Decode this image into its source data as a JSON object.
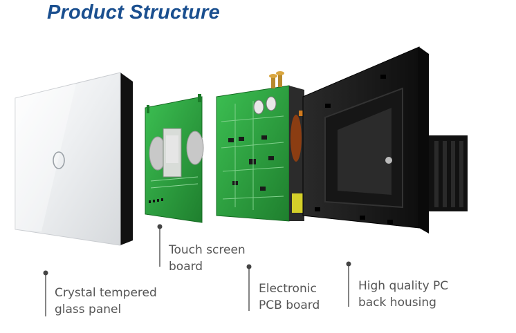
{
  "header": {
    "title": "Product Structure"
  },
  "callouts": [
    {
      "line1": "Touch screen",
      "line2": "board"
    },
    {
      "line1": "Crystal tempered",
      "line2": "glass panel"
    },
    {
      "line1": "Electronic",
      "line2": "PCB board"
    },
    {
      "line1": "High quality PC",
      "line2": "back housing"
    }
  ],
  "colors": {
    "title": "#1a4f8f",
    "label_text": "#555555",
    "leader_line": "#333333",
    "pcb_green": "#2a9a3a",
    "glass_white": "#eef0f2",
    "housing_black": "#1c1c1c"
  }
}
